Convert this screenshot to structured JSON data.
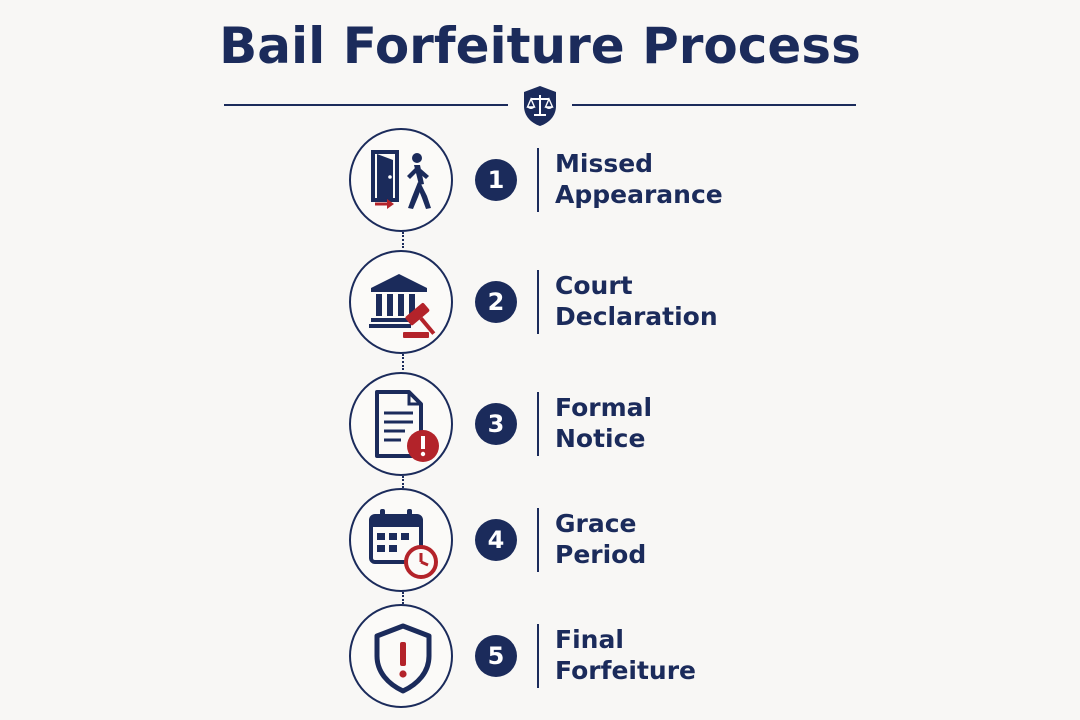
{
  "title": "Bail Forfeiture Process",
  "badge_icon": "scales-of-justice-shield-icon",
  "colors": {
    "primary": "#1b2b5b",
    "accent": "#b3232a",
    "background": "#f8f7f5"
  },
  "steps": [
    {
      "number": "1",
      "line1": "Missed",
      "line2": "Appearance",
      "icon": "door-exit-person-icon"
    },
    {
      "number": "2",
      "line1": "Court",
      "line2": "Declaration",
      "icon": "courthouse-gavel-icon"
    },
    {
      "number": "3",
      "line1": "Formal",
      "line2": "Notice",
      "icon": "document-alert-icon"
    },
    {
      "number": "4",
      "line1": "Grace",
      "line2": "Period",
      "icon": "calendar-clock-icon"
    },
    {
      "number": "5",
      "line1": "Final",
      "line2": "Forfeiture",
      "icon": "shield-alert-icon"
    }
  ]
}
